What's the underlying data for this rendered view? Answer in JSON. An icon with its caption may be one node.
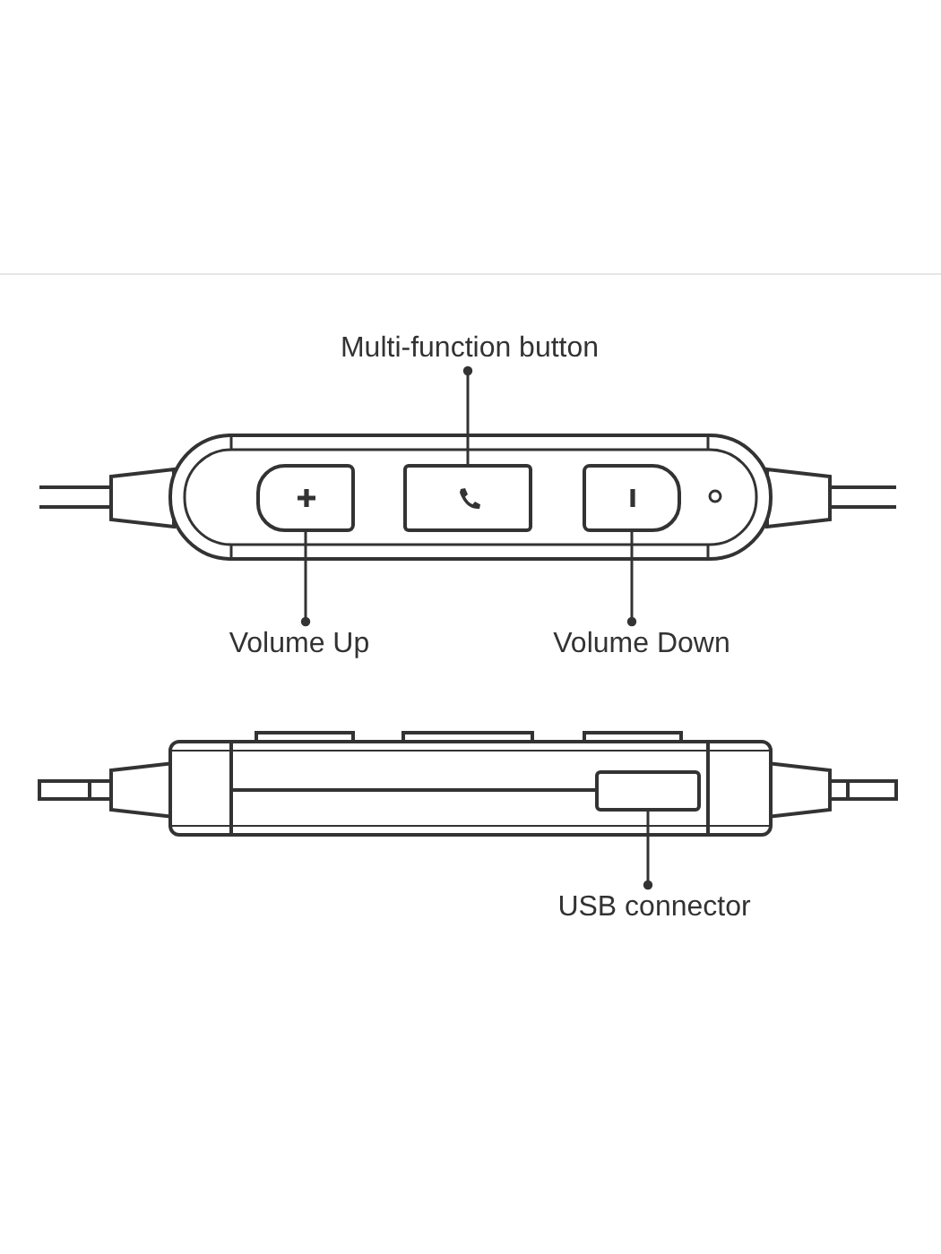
{
  "diagram": {
    "nodes": [
      {
        "text": [
          "Multi-function button"
        ]
      },
      {
        "text": [],
        "shape": "box"
      },
      {
        "text": [],
        "shape": "box"
      },
      {
        "text": [],
        "shape": "box"
      },
      {
        "text": [
          "Volume Up"
        ]
      },
      {
        "text": [
          "Volume Down"
        ]
      },
      {
        "text": [],
        "shape": "box"
      },
      {
        "text": [
          "USB connector"
        ]
      }
    ],
    "edges": [
      {
        "from": 0,
        "to": 2,
        "arrow": "other"
      },
      {
        "from": 4,
        "to": 1,
        "arrow": "other"
      },
      {
        "from": 5,
        "to": 3,
        "arrow": "other"
      },
      {
        "from": 7,
        "to": 6,
        "arrow": "other"
      }
    ]
  }
}
